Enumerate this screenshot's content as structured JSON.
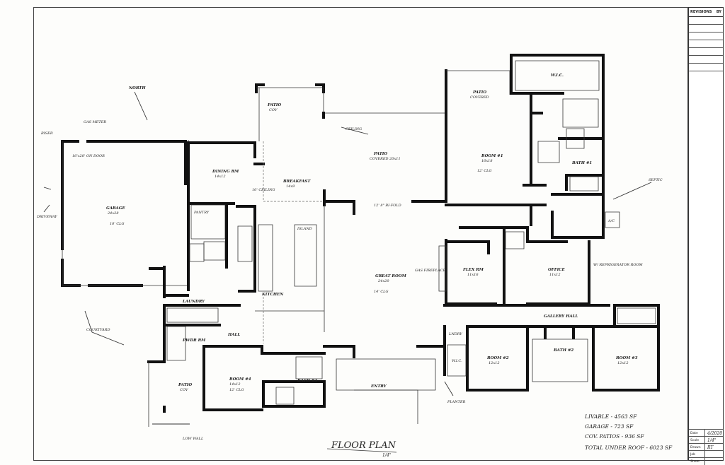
{
  "title_block": {
    "header_left": "REVISIONS",
    "header_right": "BY",
    "rows": [
      {
        "key": "Date",
        "value": "4/2020"
      },
      {
        "key": "Scale",
        "value": "1/4\""
      },
      {
        "key": "Drawn",
        "value": "RT"
      },
      {
        "key": "Job",
        "value": ""
      },
      {
        "key": "Sheet",
        "value": ""
      }
    ]
  },
  "drawing_title": "FLOOR PLAN",
  "drawing_scale": "1/4\"",
  "rooms": [
    {
      "id": "garage",
      "name": "GARAGE",
      "dims": "24x28",
      "ceiling": "10' CLG"
    },
    {
      "id": "dining",
      "name": "DINING RM",
      "dims": "14x12"
    },
    {
      "id": "breakfast",
      "name": "BREAKFAST",
      "dims": "14x9"
    },
    {
      "id": "patio-covered",
      "name": "PATIO",
      "dims": "COVERED 20x11"
    },
    {
      "id": "patio-top",
      "name": "PATIO",
      "dims": "COV"
    },
    {
      "id": "patio-right",
      "name": "PATIO",
      "dims": "COVERED"
    },
    {
      "id": "master",
      "name": "ROOM #1",
      "dims": "16x18",
      "ceiling": "12' CLG"
    },
    {
      "id": "wic",
      "name": "W.I.C."
    },
    {
      "id": "bath1",
      "name": "BATH #1"
    },
    {
      "id": "great",
      "name": "GREAT ROOM",
      "dims": "24x20",
      "ceiling": "14' CLG"
    },
    {
      "id": "kitchen",
      "name": "KITCHEN"
    },
    {
      "id": "island",
      "name": "ISLAND"
    },
    {
      "id": "pantry",
      "name": "PANTRY"
    },
    {
      "id": "flex",
      "name": "FLEX RM",
      "dims": "11x16"
    },
    {
      "id": "office",
      "name": "OFFICE",
      "dims": "11x12"
    },
    {
      "id": "gallery",
      "name": "GALLERY HALL"
    },
    {
      "id": "bed2",
      "name": "ROOM #2",
      "dims": "12x12"
    },
    {
      "id": "bath2",
      "name": "BATH #2"
    },
    {
      "id": "bed3",
      "name": "ROOM #3",
      "dims": "12x12"
    },
    {
      "id": "bed4",
      "name": "ROOM #4",
      "dims": "14x12",
      "ceiling": "12' CLG"
    },
    {
      "id": "laundry",
      "name": "LAUNDRY"
    },
    {
      "id": "powder",
      "name": "PWDR RM"
    },
    {
      "id": "hall",
      "name": "HALL"
    },
    {
      "id": "entry",
      "name": "ENTRY"
    },
    {
      "id": "bath3",
      "name": "BATH #3"
    },
    {
      "id": "patio-left",
      "name": "PATIO",
      "dims": "COV"
    },
    {
      "id": "wic2",
      "name": "W.I.C."
    },
    {
      "id": "laundry2",
      "name": "LNDRY"
    }
  ],
  "notes": [
    "NORTH",
    "GAS METER",
    "RISER",
    "16'x28' ON DOOR",
    "DRIVEWAY",
    "COURTYARD",
    "CEILING",
    "10' CEILING",
    "12' 8\" BI-FOLD",
    "GAS FIREPLACE",
    "LOW WALL",
    "PLANTER",
    "SEPTIC",
    "A/C",
    "W/ REFRIGERATOR ROOM"
  ],
  "areas": {
    "livable": "LIVABLE - 4563 SF",
    "garage": "GARAGE - 723 SF",
    "cov_patios": "COV. PATIOS - 936 SF",
    "total": "TOTAL UNDER ROOF - 6023 SF"
  }
}
